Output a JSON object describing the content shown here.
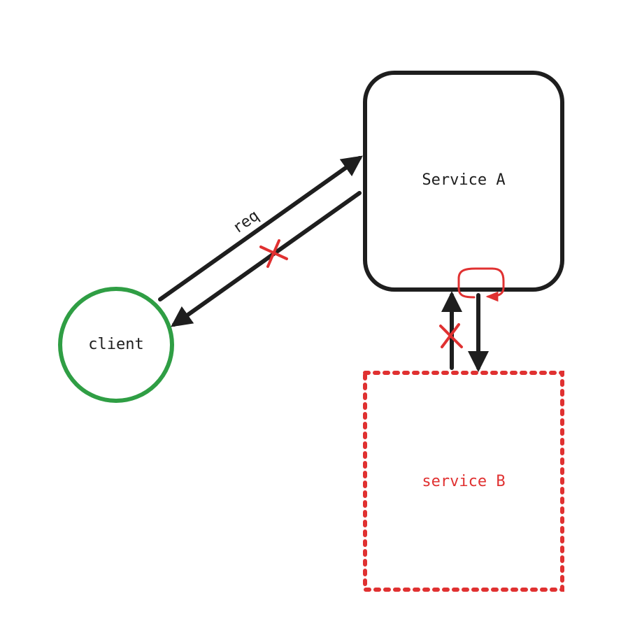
{
  "diagram": {
    "nodes": {
      "service_a": {
        "label": "Service A"
      },
      "client": {
        "label": "client"
      },
      "service_b": {
        "label": "service B"
      }
    },
    "edges": {
      "request_label": "req"
    }
  },
  "colors": {
    "stroke": "#1e1e1e",
    "client_stroke": "#2f9e44",
    "failure": "#e03131",
    "background": "#ffffff"
  },
  "icons": {
    "failure_mark": "x-mark-icon",
    "retry_loop": "retry-loop-icon"
  }
}
